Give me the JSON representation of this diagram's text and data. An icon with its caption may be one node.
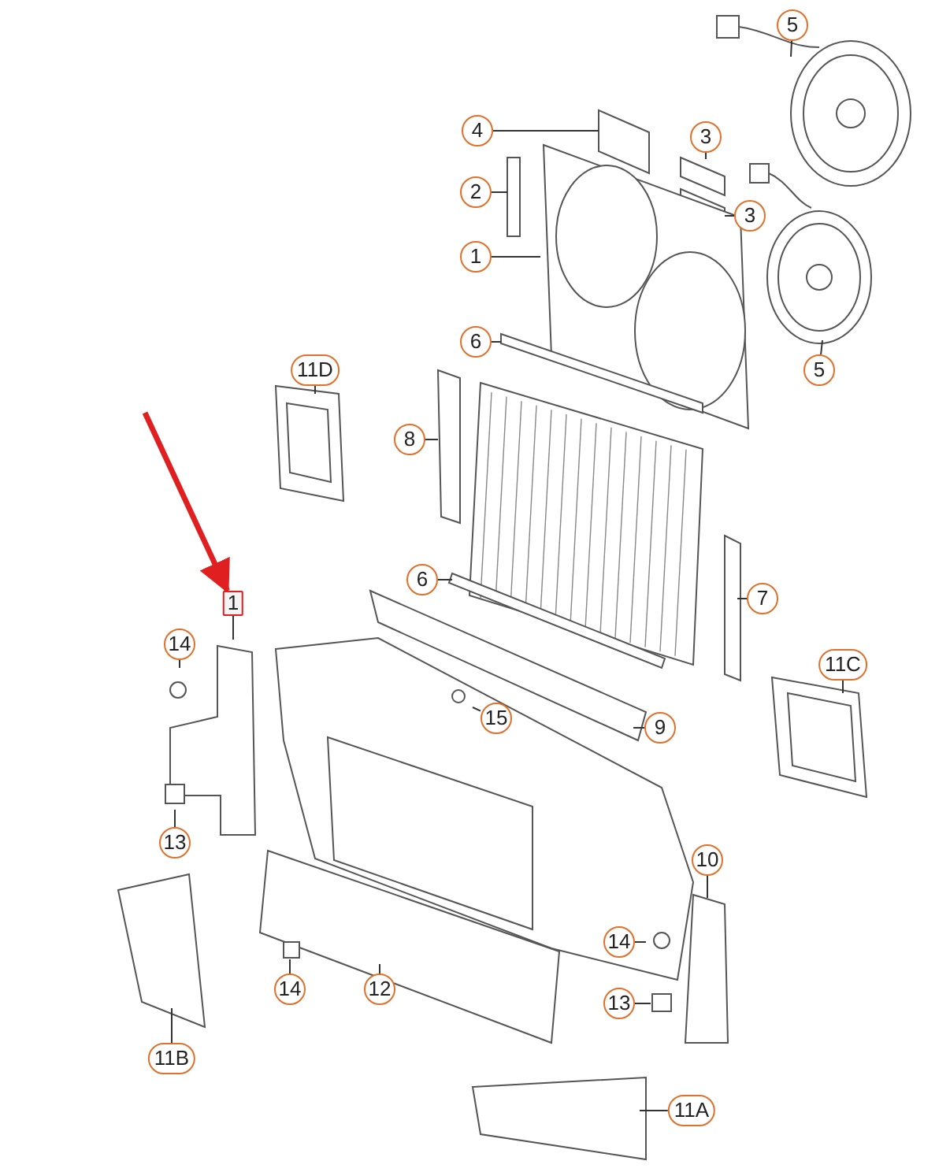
{
  "diagram": {
    "nodes": [
      {
        "text": [
          "5"
        ]
      },
      {
        "text": [
          "4"
        ]
      },
      {
        "text": [
          "3"
        ]
      },
      {
        "text": [
          "2"
        ]
      },
      {
        "text": [
          "3"
        ]
      },
      {
        "text": [
          "1"
        ]
      },
      {
        "text": [
          "6"
        ]
      },
      {
        "text": [
          "11D"
        ]
      },
      {
        "text": [
          "5"
        ]
      },
      {
        "text": [
          "8"
        ]
      },
      {
        "text": [
          "6"
        ]
      },
      {
        "text": [
          "7"
        ]
      },
      {
        "text": [
          "1"
        ]
      },
      {
        "text": [
          "14"
        ]
      },
      {
        "text": [
          "11C"
        ]
      },
      {
        "text": [
          "15"
        ]
      },
      {
        "text": [
          "9"
        ]
      },
      {
        "text": [
          "13"
        ]
      },
      {
        "text": [
          "10"
        ]
      },
      {
        "text": [
          "14"
        ]
      },
      {
        "text": [
          "14"
        ]
      },
      {
        "text": [
          "12"
        ]
      },
      {
        "text": [
          "13"
        ]
      },
      {
        "text": [
          "11B"
        ]
      },
      {
        "text": [
          "11A"
        ]
      }
    ],
    "edges": [
      {
        "from": 0,
        "to": null,
        "arrow": "none"
      },
      {
        "from": 1,
        "to": null,
        "arrow": "none"
      },
      {
        "from": 2,
        "to": null,
        "arrow": "none"
      },
      {
        "from": 3,
        "to": null,
        "arrow": "none"
      },
      {
        "from": 4,
        "to": null,
        "arrow": "none"
      },
      {
        "from": 5,
        "to": null,
        "arrow": "none"
      },
      {
        "from": 6,
        "to": null,
        "arrow": "none"
      },
      {
        "from": 7,
        "to": null,
        "arrow": "none"
      },
      {
        "from": 8,
        "to": null,
        "arrow": "none"
      },
      {
        "from": 9,
        "to": null,
        "arrow": "none"
      },
      {
        "from": 10,
        "to": null,
        "arrow": "none"
      },
      {
        "from": 11,
        "to": null,
        "arrow": "none"
      },
      {
        "from": 12,
        "to": null,
        "arrow": "none"
      },
      {
        "from": 13,
        "to": null,
        "arrow": "none"
      },
      {
        "from": 14,
        "to": null,
        "arrow": "none"
      },
      {
        "from": 15,
        "to": null,
        "arrow": "none"
      },
      {
        "from": 16,
        "to": null,
        "arrow": "none"
      },
      {
        "from": 17,
        "to": null,
        "arrow": "none"
      },
      {
        "from": 18,
        "to": null,
        "arrow": "none"
      },
      {
        "from": 19,
        "to": null,
        "arrow": "none"
      },
      {
        "from": 20,
        "to": null,
        "arrow": "none"
      },
      {
        "from": 21,
        "to": null,
        "arrow": "none"
      },
      {
        "from": 22,
        "to": null,
        "arrow": "none"
      },
      {
        "from": 23,
        "to": null,
        "arrow": "none"
      },
      {
        "from": 24,
        "to": null,
        "arrow": "none"
      },
      {
        "from": null,
        "to": 12,
        "arrow": "to",
        "style": "thick",
        "color": "#e02020"
      }
    ]
  }
}
